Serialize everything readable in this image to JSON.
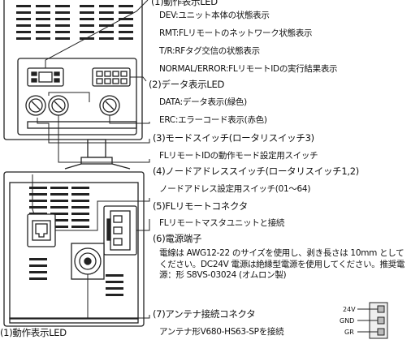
{
  "callouts": {
    "status_led": {
      "title": "(1)動作表示LED",
      "items": [
        "DEV:ユニット本体の状態表示",
        "RMT:FLリモートのネットワーク状態表示",
        "T/R:RFタグ交信の状態表示",
        "NORMAL/ERROR:FLリモートIDの実行結果表示"
      ]
    },
    "data_led": {
      "title": "(2)データ表示LED",
      "items": [
        "DATA:データ表示(緑色)",
        "ERC:エラーコード表示(赤色)"
      ]
    },
    "mode_switch": {
      "title": "(3)モードスイッチ(ロータリスイッチ3)",
      "items": [
        "FLリモートIDの動作モード設定用スイッチ"
      ]
    },
    "node_switch": {
      "title": "(4)ノードアドレススイッチ(ロータリスイッチ1,2)",
      "items": [
        "ノードアドレス設定用スイッチ(01～64)"
      ]
    },
    "fl_connector": {
      "title": "(5)FLリモートコネクタ",
      "items": [
        "FLリモートマスタユニットと接続"
      ]
    },
    "power_terminal": {
      "title": "(6)電源端子",
      "description": "電線は AWG12-22 のサイズを使用し、剥き長さは 10mm としてください。DC24V 電源は絶縁型電源を使用してください。推奨電源：形 S8VS-03024 (オムロン製)"
    },
    "antenna_connector": {
      "title": "(7)アンテナ接続コネクタ",
      "items": [
        "アンテナ形V680-HS63-SPを接続"
      ]
    }
  },
  "bottom_label": "(1)動作表示LED",
  "connector_pins": [
    "24V",
    "GND",
    "GR"
  ]
}
